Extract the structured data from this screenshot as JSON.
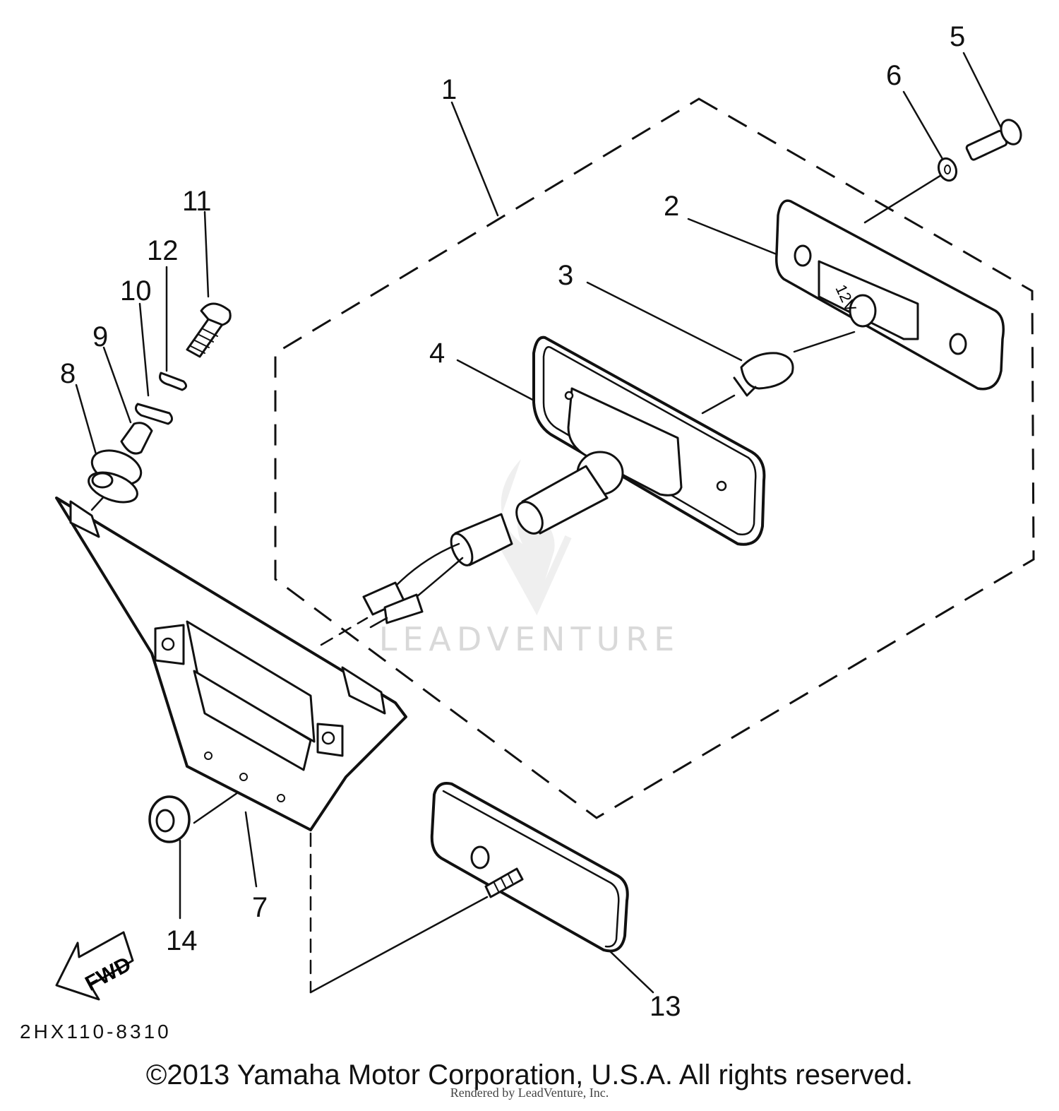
{
  "callouts": {
    "c1": "1",
    "c2": "2",
    "c3": "3",
    "c4": "4",
    "c5": "5",
    "c6": "6",
    "c7": "7",
    "c8": "8",
    "c9": "9",
    "c10": "10",
    "c11": "11",
    "c12": "12",
    "c13": "13",
    "c14": "14"
  },
  "bulb_marking": "12V",
  "fwd_label": "FWD",
  "diagram_code": "2HX110-8310",
  "copyright": "©2013 Yamaha Motor Corporation, U.S.A. All rights reserved.",
  "rendered_by": "Rendered by LeadVenture, Inc.",
  "watermark": "LEADVENTURE"
}
